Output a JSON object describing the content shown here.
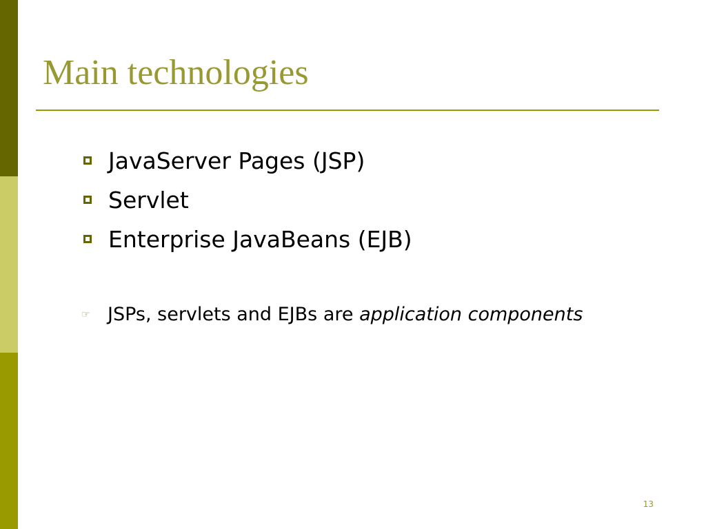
{
  "slide": {
    "title": "Main technologies",
    "bullets": [
      {
        "text": "JavaServer Pages (JSP)"
      },
      {
        "text": "Servlet"
      },
      {
        "text": "Enterprise JavaBeans (EJB)"
      }
    ],
    "note": {
      "text_plain": "JSPs, servlets and EJBs are ",
      "text_emphasis": "application components",
      "icon": "pointing-hand-icon"
    },
    "number": "13"
  },
  "colors": {
    "sidebar_dark": "#666600",
    "sidebar_light": "#cccc66",
    "sidebar_mid": "#999900",
    "title": "#999933",
    "rule": "#999900",
    "bullet_marker": "#666600"
  }
}
